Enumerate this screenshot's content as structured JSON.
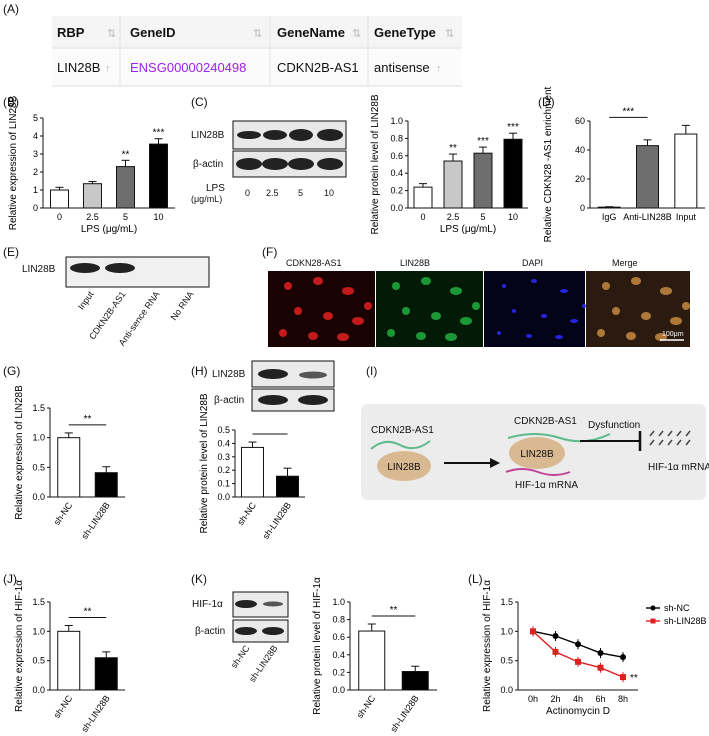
{
  "labels": {
    "A": "(A)",
    "B": "(B)",
    "C": "(C)",
    "D": "(D)",
    "E": "(E)",
    "F": "(F)",
    "G": "(G)",
    "H": "(H)",
    "I": "(I)",
    "J": "(J)",
    "K": "(K)",
    "L": "(L)"
  },
  "table": {
    "headers": [
      "RBP",
      "GeneID",
      "GeneName",
      "GeneType"
    ],
    "row": [
      "LIN28B",
      "ENSG00000240498",
      "CDKN2B-AS1",
      "antisense"
    ]
  },
  "blots": {
    "lin28b": "LIN28B",
    "bactin": "β-actin",
    "hif": "HIF-1α",
    "lps_label": "LPS",
    "lps_unit": "(μg/mL)",
    "lps_doses": [
      "0",
      "2.5",
      "5",
      "10"
    ],
    "E_lanes": [
      "Input",
      "CDKN2B-AS1",
      "Anti-sence RNA",
      "No RNA"
    ],
    "sh_lanes": [
      "sh-NC",
      "sh-LIN28B"
    ]
  },
  "micro": {
    "panels": [
      "CDKN28-AS1",
      "LIN28B",
      "DAPI",
      "Merge"
    ],
    "scale": "100μm"
  },
  "schematic": {
    "lnc": "CDKN2B-AS1",
    "protein": "LIN28B",
    "mrna": "HIF-1α mRNA",
    "dys": "Dysfunction"
  },
  "sig": {
    "two": "**",
    "three": "***"
  },
  "colors": {
    "red": "#e02020",
    "green": "#20b040",
    "blue": "#2a2aff",
    "purple": "#a020f0",
    "mrna": "#c0449a",
    "lnc": "#5dbb8a",
    "protein": "#d9b991"
  },
  "chart_data": [
    {
      "panel": "B",
      "type": "bar",
      "categories": [
        "0",
        "2.5",
        "5",
        "10"
      ],
      "values": [
        1.0,
        1.35,
        2.3,
        3.55
      ],
      "errors": [
        0.15,
        0.12,
        0.35,
        0.3
      ],
      "fills": [
        "#ffffff",
        "#c8c8c8",
        "#6e6e6e",
        "#000000"
      ],
      "ylabel": "Relative expression of LIN28B",
      "xlabel": "LPS (μg/mL)",
      "ylim": [
        0,
        5
      ],
      "yticks": [
        "0",
        "1",
        "2",
        "3",
        "4",
        "5"
      ],
      "stars": [
        "",
        "",
        "**",
        "***"
      ]
    },
    {
      "panel": "C",
      "type": "bar",
      "categories": [
        "0",
        "2.5",
        "5",
        "10"
      ],
      "values": [
        0.24,
        0.54,
        0.63,
        0.79
      ],
      "errors": [
        0.04,
        0.08,
        0.07,
        0.07
      ],
      "fills": [
        "#ffffff",
        "#c8c8c8",
        "#6e6e6e",
        "#000000"
      ],
      "ylabel": "Relative protein level of LIN28B",
      "xlabel": "LPS (μg/mL)",
      "ylim": [
        0,
        1.0
      ],
      "yticks": [
        "0.0",
        "0.2",
        "0.4",
        "0.6",
        "0.8",
        "1.0"
      ],
      "stars": [
        "",
        "**",
        "***",
        "***"
      ]
    },
    {
      "panel": "D",
      "type": "bar",
      "categories": [
        "IgG",
        "Anti-LIN28B",
        "Input"
      ],
      "values": [
        0.6,
        43,
        51
      ],
      "errors": [
        0.3,
        4,
        6
      ],
      "fills": [
        "#ffffff",
        "#6e6e6e",
        "#ffffff"
      ],
      "ylabel": "Relative CDKN28 -AS1 enrichment",
      "xlabel": "",
      "ylim": [
        0,
        60
      ],
      "yticks": [
        "0",
        "20",
        "40",
        "60"
      ],
      "stars": [],
      "bracket": "***"
    },
    {
      "panel": "G",
      "type": "bar",
      "categories": [
        "sh-NC",
        "sh-LIN28B"
      ],
      "values": [
        1.0,
        0.41
      ],
      "errors": [
        0.08,
        0.1
      ],
      "fills": [
        "#ffffff",
        "#000000"
      ],
      "ylabel": "Relative expression of LIN28B",
      "xlabel": "",
      "ylim": [
        0,
        1.5
      ],
      "yticks": [
        "0.0",
        "0.5",
        "1.0",
        "1.5"
      ],
      "bracket": "**"
    },
    {
      "panel": "H",
      "type": "bar",
      "categories": [
        "sh-NC",
        "sh-LIN28B"
      ],
      "values": [
        0.37,
        0.155
      ],
      "errors": [
        0.04,
        0.06
      ],
      "fills": [
        "#ffffff",
        "#000000"
      ],
      "ylabel": "Relative protein level of LIN28B",
      "xlabel": "",
      "ylim": [
        0,
        0.5
      ],
      "yticks": [
        "0.0",
        "0.1",
        "0.2",
        "0.3",
        "0.4",
        "0.5"
      ],
      "bracket": ""
    },
    {
      "panel": "J",
      "type": "bar",
      "categories": [
        "sh-NC",
        "sh-LIN28B"
      ],
      "values": [
        1.0,
        0.55
      ],
      "errors": [
        0.1,
        0.1
      ],
      "fills": [
        "#ffffff",
        "#000000"
      ],
      "ylabel": "Relative expression of HIF-1α",
      "xlabel": "",
      "ylim": [
        0,
        1.5
      ],
      "yticks": [
        "0.0",
        "0.5",
        "1.0",
        "1.5"
      ],
      "bracket": "**"
    },
    {
      "panel": "K",
      "type": "bar",
      "categories": [
        "sh-NC",
        "sh-LIN28B"
      ],
      "values": [
        0.67,
        0.21
      ],
      "errors": [
        0.08,
        0.06
      ],
      "fills": [
        "#ffffff",
        "#000000"
      ],
      "ylabel": "Relative protein level of HIF-1α",
      "xlabel": "",
      "ylim": [
        0,
        1.0
      ],
      "yticks": [
        "0.0",
        "0.2",
        "0.4",
        "0.6",
        "0.8",
        "1.0"
      ],
      "bracket": "**"
    },
    {
      "panel": "L",
      "type": "line",
      "x": [
        "0h",
        "2h",
        "4h",
        "6h",
        "8h"
      ],
      "series": [
        {
          "name": "sh-NC",
          "values": [
            1.0,
            0.92,
            0.78,
            0.63,
            0.56
          ],
          "color": "#000000",
          "marker": "circle"
        },
        {
          "name": "sh-LIN28B",
          "values": [
            1.0,
            0.65,
            0.48,
            0.38,
            0.22
          ],
          "color": "#e02020",
          "marker": "square"
        }
      ],
      "ylabel": "Relative expression of HIF-1α",
      "xlabel": "Actinomycin D",
      "ylim": [
        0,
        1.5
      ],
      "yticks": [
        "0.0",
        "0.5",
        "1.0",
        "1.5"
      ],
      "star": "**",
      "legend": "top-right"
    }
  ]
}
